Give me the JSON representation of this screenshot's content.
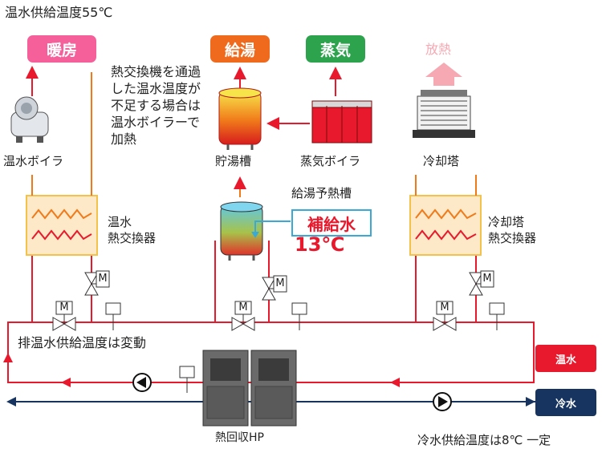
{
  "header": {
    "supply_temp_title": "温水供給温度55℃"
  },
  "destinations": {
    "heating": {
      "label": "暖房",
      "color": "#f5609a"
    },
    "hot_water": {
      "label": "給湯",
      "color": "#f06a1e"
    },
    "steam": {
      "label": "蒸気",
      "color": "#2ea34e"
    },
    "heat_release": {
      "label": "放熱",
      "color": "#f6a9b2"
    }
  },
  "equipment": {
    "boiler": "温水ボイラ",
    "storage_tank": "貯湯槽",
    "steam_boiler": "蒸気ボイラ",
    "cooling_tower": "冷却塔",
    "preheat_tank": "給湯予熱槽",
    "hot_water_hx": [
      "温水",
      "熱交換器"
    ],
    "cooling_hx": [
      "冷却塔",
      "熱交換器"
    ],
    "heat_pump": "熱回収HP"
  },
  "notes": {
    "boiler_note": "熱交換機を通過した温水温度が不足する場合は温水ボイラーで加熱",
    "exhaust_note": "排温水供給温度は変動",
    "cold_supply_note": "冷水供給温度は8℃ 一定"
  },
  "makeup_water": {
    "label": "補給水",
    "temp": "13℃"
  },
  "valves": {
    "motor_label": "M"
  },
  "legend": {
    "hot": {
      "label": "温水",
      "color": "#e8192c"
    },
    "cold": {
      "label": "冷水",
      "color": "#16345f"
    }
  },
  "colors": {
    "hot_pipe": "#e8192c",
    "cold_pipe": "#16345f",
    "hx_fill": "#fde9c7",
    "hx_border": "#f3c24a"
  }
}
